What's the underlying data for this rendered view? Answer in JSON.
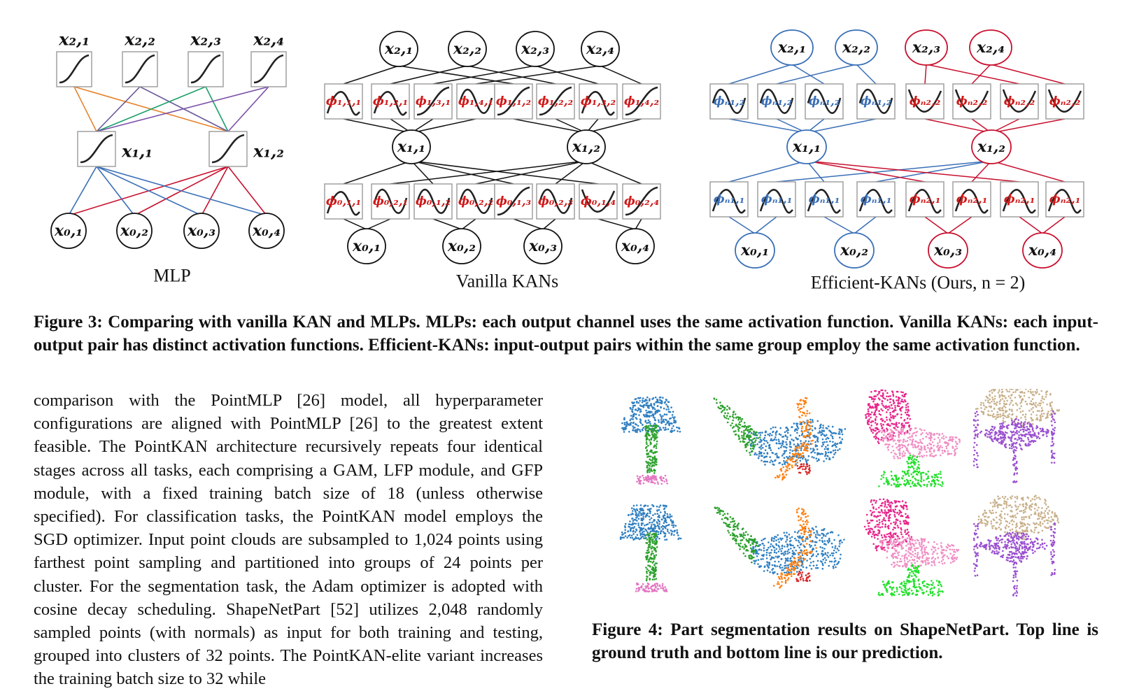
{
  "figure3": {
    "mlp": {
      "title": "MLP",
      "top_nodes": [
        "x₂,₁",
        "x₂,₂",
        "x₂,₃",
        "x₂,₄"
      ],
      "hidden_nodes": [
        "x₁,₁",
        "x₁,₂"
      ],
      "input_nodes": [
        "x₀,₁",
        "x₀,₂",
        "x₀,₃",
        "x₀,₄"
      ]
    },
    "vanilla": {
      "title": "Vanilla KANs",
      "top_nodes": [
        "x₂,₁",
        "x₂,₂",
        "x₂,₃",
        "x₂,₄"
      ],
      "upper_phis": [
        "ϕ₁,₁,₁",
        "ϕ₁,₂,₁",
        "ϕ₁,₃,₁",
        "ϕ₁,₄,₁",
        "ϕ₁,₁,₂",
        "ϕ₁,₂,₂",
        "ϕ₁,₃,₂",
        "ϕ₁,₄,₂"
      ],
      "hidden_nodes": [
        "x₁,₁",
        "x₁,₂"
      ],
      "lower_phis": [
        "ϕ₀,₁,₁",
        "ϕ₀,₂,₁",
        "ϕ₀,₁,₂",
        "ϕ₀,₂,₂",
        "ϕ₀,₁,₃",
        "ϕ₀,₂,₃",
        "ϕ₀,₁,₄",
        "ϕ₀,₂,₄"
      ],
      "input_nodes": [
        "x₀,₁",
        "x₀,₂",
        "x₀,₃",
        "x₀,₄"
      ]
    },
    "efficient": {
      "title": "Efficient-KANs (Ours, n = 2)",
      "top_nodes": [
        "x₂,₁",
        "x₂,₂",
        "x₂,₃",
        "x₂,₄"
      ],
      "upper_phis": [
        "ϕₙ₁,₂",
        "ϕₙ₁,₂",
        "ϕₙ₁,₂",
        "ϕₙ₁,₂",
        "ϕₙ₂,₂",
        "ϕₙ₂,₂",
        "ϕₙ₂,₂",
        "ϕₙ₂,₂"
      ],
      "hidden_nodes": [
        "x₁,₁",
        "x₁,₂"
      ],
      "lower_phis": [
        "ϕₙ₁,₁",
        "ϕₙ₁,₁",
        "ϕₙ₁,₁",
        "ϕₙ₁,₁",
        "ϕₙ₂,₁",
        "ϕₙ₂,₁",
        "ϕₙ₂,₁",
        "ϕₙ₂,₁"
      ],
      "input_nodes": [
        "x₀,₁",
        "x₀,₂",
        "x₀,₃",
        "x₀,₄"
      ]
    },
    "caption": "Figure 3: Comparing with vanilla KAN and MLPs. MLPs: each output channel uses the same activation function. Vanilla KANs: each input-output pair has distinct activation functions. Efficient-KANs: input-output pairs within the same group employ the same activation function."
  },
  "body_text": "comparison with the PointMLP [26] model, all hyperparameter configurations are aligned with PointMLP [26] to the greatest extent feasible. The PointKAN architecture recursively repeats four identical stages across all tasks, each comprising a GAM, LFP module, and GFP module, with a fixed training batch size of 18 (unless otherwise specified). For classification tasks, the PointKAN model employs the SGD optimizer. Input point clouds are subsampled to 1,024 points using farthest point sampling and partitioned into groups of 24 points per cluster. For the segmentation task, the Adam optimizer is adopted with cosine decay scheduling. ShapeNetPart [52] utilizes 2,048 randomly sampled points (with normals) as input for both training and testing, grouped into clusters of 32 points. The PointKAN-elite variant increases the training batch size to 32 while",
  "figure4": {
    "caption": "Figure 4: Part segmentation results on ShapeNetPart. Top line is ground truth and bottom line is our prediction.",
    "colors": {
      "blue": "#2f7fc1",
      "green": "#2ca02c",
      "pink": "#e377c2",
      "orange": "#ff7f0e",
      "red": "#d62728",
      "magenta": "#e8258c",
      "lightpink": "#f08fc4",
      "lime": "#22e02a",
      "tan": "#c8b08a",
      "purple": "#9a4fd0"
    }
  },
  "colors": {
    "blue": "#3a6fb7",
    "red": "#c8102e",
    "orange": "#e8822a",
    "purple": "#7b4fa8",
    "green": "#1aa06a",
    "slate": "#6a5a9a",
    "phi_red": "#d01a1a",
    "phi_blue": "#3a6fb7"
  }
}
